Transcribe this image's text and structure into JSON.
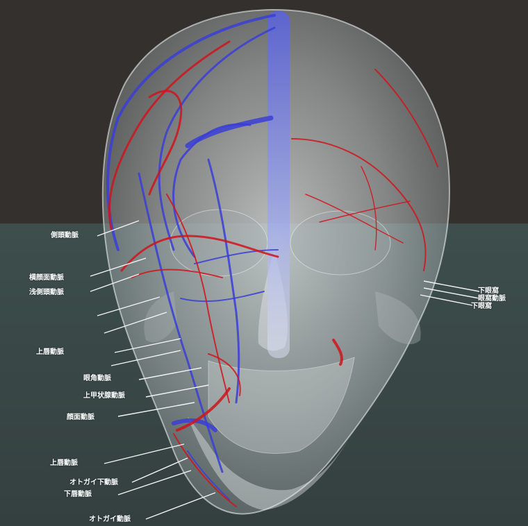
{
  "colors": {
    "background_top": "#33302d",
    "background_bottom": "#3c4d4b",
    "skull": "#cfd3d4",
    "artery": "#d0141c",
    "vein": "#3a3ed6",
    "leader_line": "#f4f4f4",
    "label_text": "#ffffff"
  },
  "labels": {
    "left": [
      "側頭動脈",
      "横顔面動脈",
      "浅側頭動脈",
      "上唇動脈",
      "眼角動脈",
      "上甲状腺動脈",
      "顔面動脈",
      "上唇動脈",
      "オトガイ下動脈",
      "下唇動脈",
      "オトガイ動脈"
    ],
    "right": [
      "下眼窩",
      "眼窩動脈",
      "下眼窩"
    ]
  }
}
